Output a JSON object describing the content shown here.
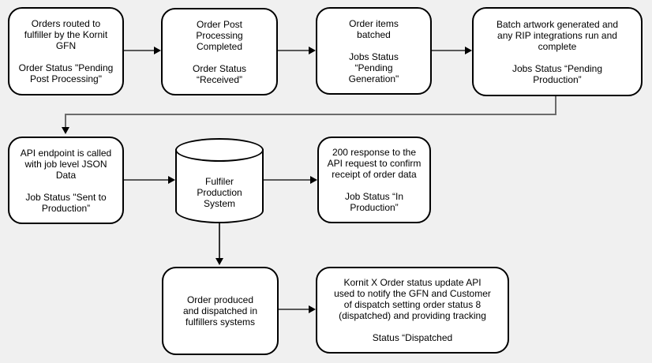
{
  "diagram": {
    "background_color": "#f0f0f0",
    "node_fill": "#ffffff",
    "node_stroke": "#000000",
    "connector_color": "#595959",
    "arrowhead_color": "#000000"
  },
  "nodes": {
    "orders_routed": {
      "label": "Orders routed to\nfulfiller by the Kornit\nGFN\n\nOrder Status \"Pending\nPost Processing\""
    },
    "post_processing_completed": {
      "label": "Order Post\nProcessing\nCompleted\n\nOrder Status\n“Received”"
    },
    "order_items_batched": {
      "label": "Order items\nbatched\n\nJobs Status\n“Pending\nGeneration\""
    },
    "batch_artwork": {
      "label": "Batch artwork generated and\nany RIP integrations run and\ncomplete\n\nJobs Status “Pending\nProduction”"
    },
    "api_endpoint": {
      "label": "API endpoint is called\nwith job level JSON\nData\n\nJob Status \"Sent to\nProduction”"
    },
    "fulfiller_production_system": {
      "label": "Fulfiler\nProduction\nSystem"
    },
    "response_200": {
      "label": "200 response to the\nAPI request to confirm\nreceipt of order data\n\nJob Status “In\nProduction”"
    },
    "order_produced": {
      "label": "Order produced\nand dispatched in\nfulfillers systems"
    },
    "kornit_x_status_update": {
      "label": "Kornit X Order status update API\nused to notify the GFN and Customer\nof dispatch setting order status 8\n(dispatched) and providing tracking\n\nStatus “Dispatched"
    }
  }
}
